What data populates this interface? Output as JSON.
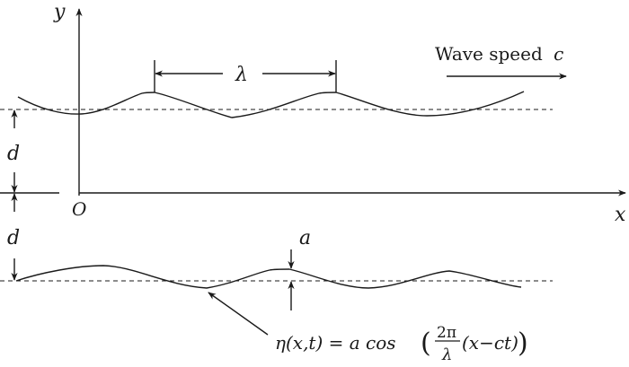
{
  "labels": {
    "y_axis": "y",
    "x_axis": "x",
    "origin": "O",
    "wavelength": "λ",
    "depth_upper": "d",
    "depth_lower": "d",
    "amplitude": "a",
    "wave_speed_text": "Wave speed",
    "wave_speed_symbol": "c"
  },
  "formula": {
    "lhs": "η(x,t) = a cos",
    "numerator": "2π",
    "denominator": "λ",
    "argument": "(x−ct)"
  },
  "colors": {
    "stroke": "#1a1a1a",
    "background": "#ffffff"
  }
}
